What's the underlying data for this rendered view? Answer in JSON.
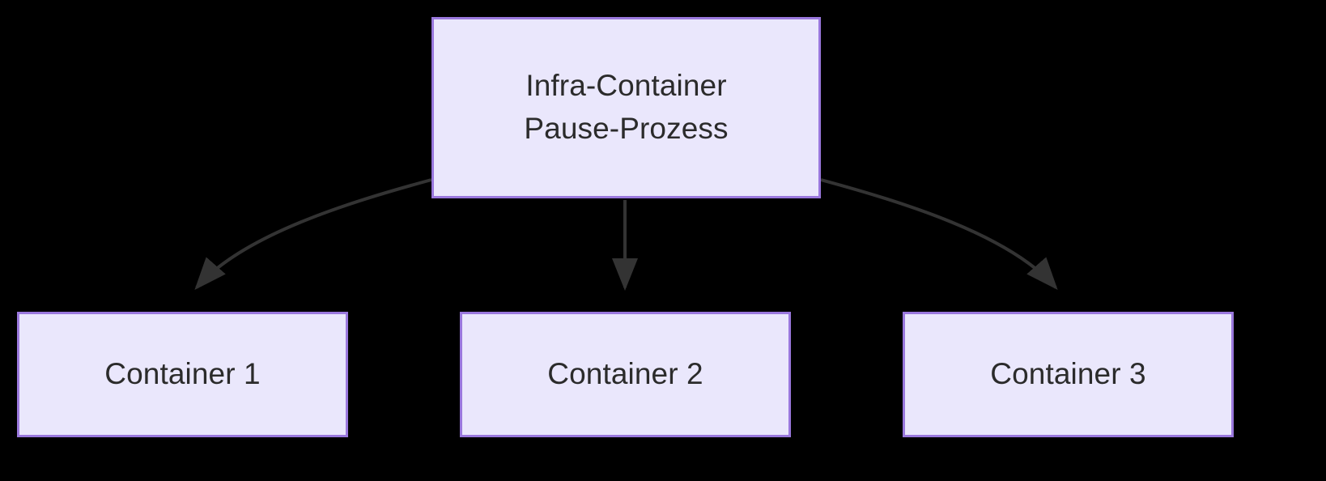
{
  "diagram": {
    "type": "flowchart",
    "direction": "top-down",
    "background_color": "#000000",
    "node_fill_color": "#eae7fc",
    "node_border_color": "#9a78dd",
    "node_text_color": "#2b2b2b",
    "edge_color": "#333333",
    "nodes": [
      {
        "id": "root",
        "lines": [
          "Infra-Container",
          "Pause-Prozess"
        ]
      },
      {
        "id": "c1",
        "lines": [
          "Container 1"
        ]
      },
      {
        "id": "c2",
        "lines": [
          "Container 2"
        ]
      },
      {
        "id": "c3",
        "lines": [
          "Container 3"
        ]
      }
    ],
    "edges": [
      {
        "id": "e1",
        "from": "root",
        "to": "c1",
        "label": "",
        "arrow": "arrowhead"
      },
      {
        "id": "e2",
        "from": "root",
        "to": "c2",
        "label": "",
        "arrow": "arrowhead"
      },
      {
        "id": "e3",
        "from": "root",
        "to": "c3",
        "label": "",
        "arrow": "arrowhead"
      }
    ]
  }
}
